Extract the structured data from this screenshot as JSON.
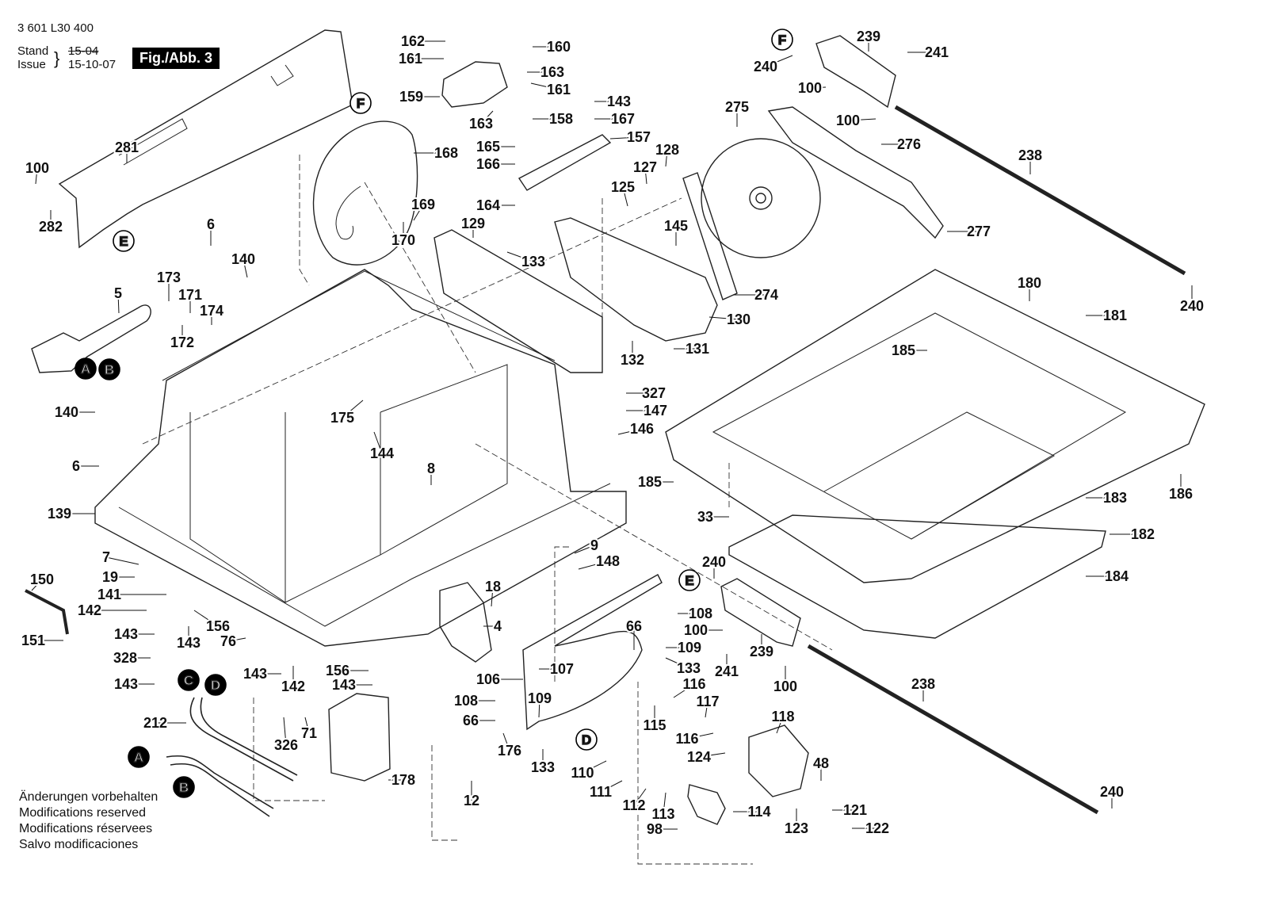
{
  "header": {
    "doc_number": "3 601 L30 400",
    "stand_label": "Stand",
    "issue_label": "Issue",
    "stand_date_struck": "15-04",
    "issue_date": "15-10-07",
    "figure_badge": "Fig./Abb. 3"
  },
  "notes": [
    "Änderungen vorbehalten",
    "Modifications reserved",
    "Modifications réservees",
    "Salvo modificaciones"
  ],
  "part_numbers": [
    "4",
    "5",
    "6",
    "7",
    "8",
    "9",
    "12",
    "18",
    "19",
    "33",
    "48",
    "66",
    "71",
    "76",
    "98",
    "100",
    "106",
    "107",
    "108",
    "109",
    "110",
    "111",
    "112",
    "113",
    "114",
    "115",
    "116",
    "117",
    "118",
    "121",
    "122",
    "123",
    "124",
    "125",
    "127",
    "128",
    "129",
    "130",
    "131",
    "132",
    "133",
    "139",
    "140",
    "141",
    "142",
    "143",
    "144",
    "145",
    "146",
    "147",
    "148",
    "150",
    "151",
    "156",
    "157",
    "158",
    "159",
    "160",
    "161",
    "162",
    "163",
    "164",
    "165",
    "166",
    "167",
    "168",
    "169",
    "170",
    "171",
    "172",
    "173",
    "174",
    "175",
    "176",
    "178",
    "180",
    "181",
    "182",
    "183",
    "184",
    "185",
    "186",
    "212",
    "238",
    "239",
    "240",
    "241",
    "274",
    "275",
    "276",
    "277",
    "281",
    "282",
    "326",
    "327",
    "328"
  ],
  "connector_letters": [
    "A",
    "B",
    "C",
    "D",
    "E",
    "F"
  ],
  "colors": {
    "ink": "#111111",
    "badge_bg": "#000000",
    "badge_fg": "#ffffff",
    "paper": "#ffffff"
  }
}
